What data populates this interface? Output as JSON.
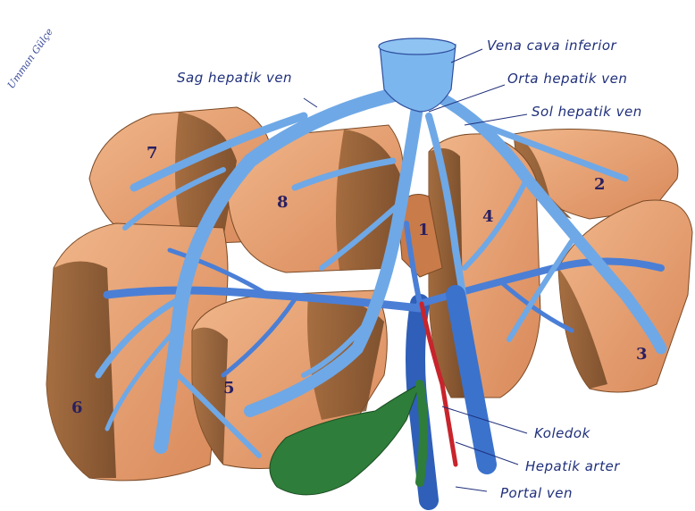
{
  "signature": "Umman Gülçe",
  "labels": {
    "vena_cava_inferior": "Vena cava inferior",
    "sag_hepatik_ven": "Sag hepatik ven",
    "orta_hepatik_ven": "Orta hepatik ven",
    "sol_hepatik_ven": "Sol hepatik ven",
    "koledok": "Koledok",
    "hepatik_arter": "Hepatik arter",
    "portal_ven": "Portal ven"
  },
  "segments": {
    "s1": "1",
    "s2": "2",
    "s3": "3",
    "s4": "4",
    "s5": "5",
    "s6": "6",
    "s7": "7",
    "s8": "8"
  },
  "colors": {
    "liver_light": "#e8a77a",
    "liver_dark": "#8a5a35",
    "vein": "#6fa8e6",
    "vein_edge": "#2e4f9f",
    "portal": "#3a6bc8",
    "artery": "#c8242c",
    "bile": "#2e7d3a",
    "label": "#1f2f7a"
  }
}
